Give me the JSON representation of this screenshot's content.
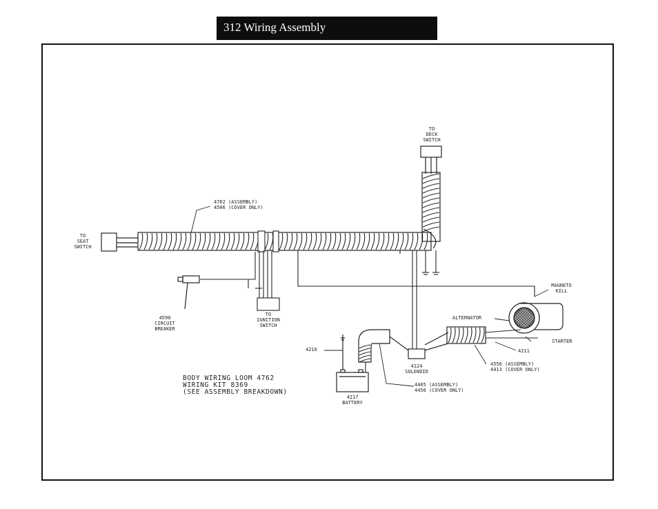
{
  "title": "312 Wiring Assembly",
  "labels": {
    "deck_switch": [
      "TO",
      "DECK",
      "SWITCH"
    ],
    "seat_switch": [
      "TO",
      "SEAT",
      "SWITCH"
    ],
    "assembly_4762": "4762 (ASSEMBLY)",
    "cover_4506": "4506 (COVER ONLY)",
    "magneto_kill": [
      "MAGNETO",
      "KILL"
    ],
    "alternator": "ALTERNATOR",
    "starter": "STARTER",
    "circuit_breaker": [
      "4590",
      "CIRCUIT",
      "BREAKER"
    ],
    "ignition_switch": [
      "TO",
      "IGNITION",
      "SWITCH"
    ],
    "part_4216": "4216",
    "solenoid": [
      "4124",
      "SOLENOID"
    ],
    "part_4211": "4211",
    "assembly_4556": "4556 (ASSEMBLY)",
    "cover_4413": "4413 (COVER ONLY)",
    "assembly_4465": "4465 (ASSEMBLY)",
    "cover_4456": "4456 (COVER ONLY)",
    "battery": [
      "4217",
      "BATTERY"
    ],
    "loom_caption": [
      "BODY WIRING LOOM 4762",
      "WIRING KIT 8369",
      "(SEE ASSEMBLY BREAKDOWN)"
    ]
  }
}
